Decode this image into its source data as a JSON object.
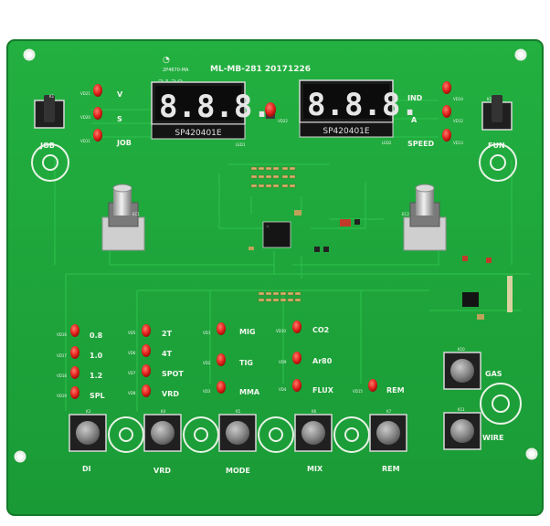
{
  "board": {
    "pcb_color": "#1ea43a",
    "trace_color": "#2ec24e",
    "silk_color": "#f2f7f0",
    "model": "ML-MB-281 20171226",
    "logo_text": "2P4670-MA",
    "handwritten_mark": "2138"
  },
  "displays": [
    {
      "digits": "8.8.8.",
      "part": "SP420401E",
      "ref": "LED1"
    },
    {
      "digits": "8.8.8.",
      "part": "SP420401E",
      "ref": "LED2"
    }
  ],
  "left_indicators": [
    {
      "label": "V",
      "ref": "VD21"
    },
    {
      "label": "S",
      "ref": "VD20"
    },
    {
      "label": "JOB",
      "ref": "VD11"
    }
  ],
  "right_indicators": [
    {
      "label": "IND",
      "ref": "VD14"
    },
    {
      "label": "A",
      "ref": "VD12"
    },
    {
      "label": "SPEED",
      "ref": "VD13"
    }
  ],
  "center_led": {
    "ref": "VD22"
  },
  "top_buttons": [
    {
      "label": "JOB",
      "ref": "K1"
    },
    {
      "label": "FUN",
      "ref": "K2"
    }
  ],
  "knobs": [
    {
      "ref": "EC1"
    },
    {
      "ref": "EC2"
    }
  ],
  "column_0": [
    {
      "label": "0.8",
      "ref": "VD16"
    },
    {
      "label": "1.0",
      "ref": "VD17"
    },
    {
      "label": "1.2",
      "ref": "VD18"
    },
    {
      "label": "SPL",
      "ref": "VD19"
    }
  ],
  "column_1": [
    {
      "label": "2T",
      "ref": "VD5"
    },
    {
      "label": "4T",
      "ref": "VD6"
    },
    {
      "label": "SPOT",
      "ref": "VD7"
    },
    {
      "label": "VRD",
      "ref": "VD8"
    }
  ],
  "column_2": [
    {
      "label": "MIG",
      "ref": "VD1"
    },
    {
      "label": "TIG",
      "ref": "VD2"
    },
    {
      "label": "MMA",
      "ref": "VD3"
    }
  ],
  "column_3": [
    {
      "label": "CO2",
      "ref": "VD10"
    },
    {
      "label": "Ar80",
      "ref": "VD9"
    },
    {
      "label": "FLUX",
      "ref": "VD4"
    }
  ],
  "rem_led": {
    "label": "REM",
    "ref": "VD15"
  },
  "bottom_buttons": [
    {
      "label": "DI",
      "ref": "K3"
    },
    {
      "label": "VRD",
      "ref": "K4"
    },
    {
      "label": "MODE",
      "ref": "K5"
    },
    {
      "label": "MIX",
      "ref": "K6"
    },
    {
      "label": "REM",
      "ref": "K7"
    }
  ],
  "right_buttons": [
    {
      "label": "GAS",
      "ref": "K10"
    },
    {
      "label": "WIRE",
      "ref": "K11"
    }
  ]
}
